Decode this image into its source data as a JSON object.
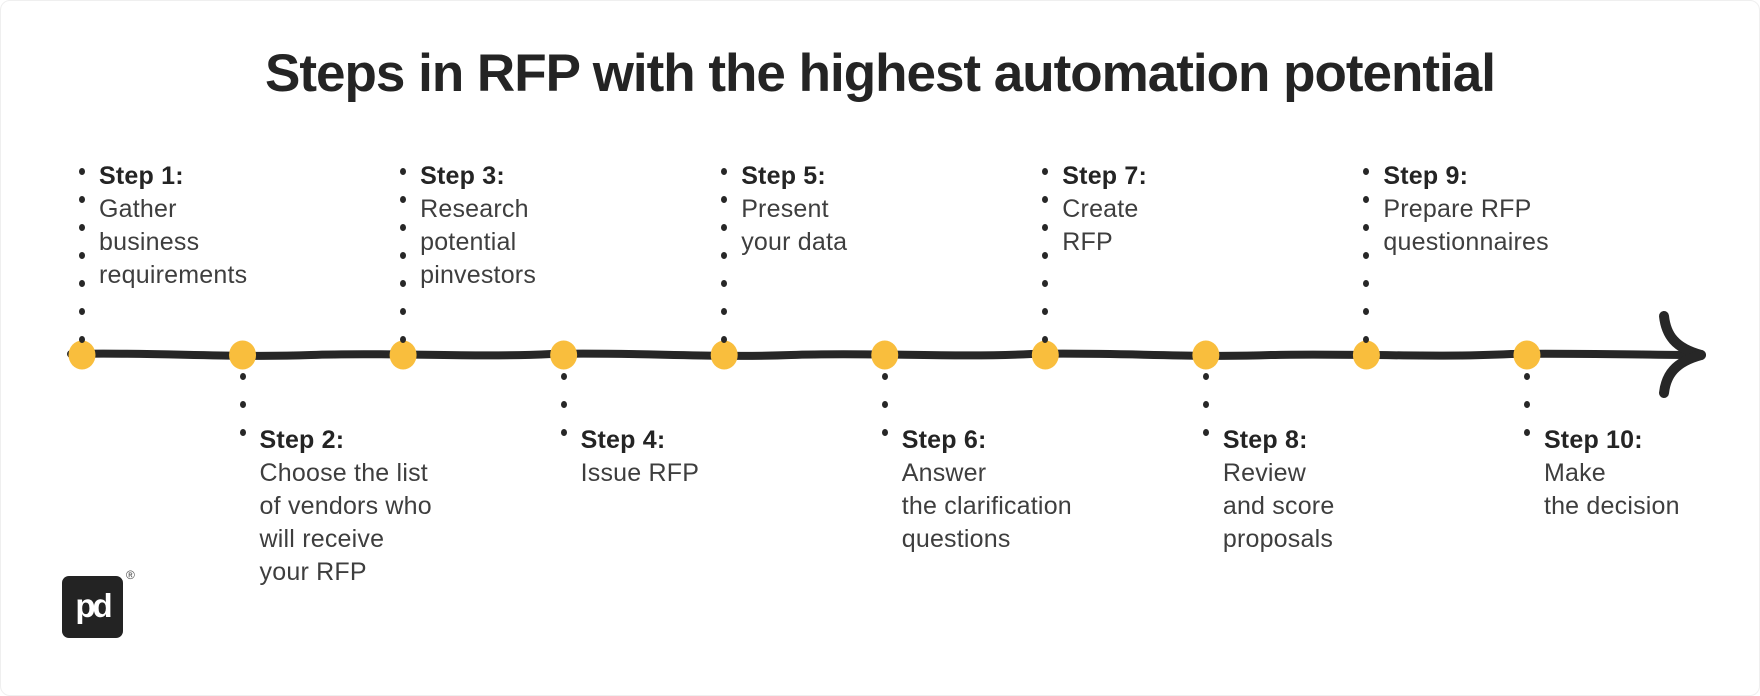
{
  "title": "Steps in RFP with the highest automation potential",
  "colors": {
    "accent_yellow": "#F9BE3D",
    "ink": "#272727",
    "heading_text": "#242424",
    "body_text": "#3E3E3E"
  },
  "timeline": {
    "direction": "left-to-right",
    "end_icon": "arrow-right"
  },
  "steps": [
    {
      "label": "Step 1:",
      "lines": [
        "Gather",
        "business",
        "requirements"
      ],
      "side": "above"
    },
    {
      "label": "Step 2:",
      "lines": [
        "Choose the list",
        "of vendors who",
        "will receive",
        "your RFP"
      ],
      "side": "below"
    },
    {
      "label": "Step 3:",
      "lines": [
        "Research",
        "potential",
        "pinvestors"
      ],
      "side": "above"
    },
    {
      "label": "Step 4:",
      "lines": [
        "Issue RFP"
      ],
      "side": "below"
    },
    {
      "label": "Step 5:",
      "lines": [
        "Present",
        "your data"
      ],
      "side": "above"
    },
    {
      "label": "Step 6:",
      "lines": [
        "Answer",
        "the clarification",
        "questions"
      ],
      "side": "below"
    },
    {
      "label": "Step 7:",
      "lines": [
        "Create",
        "RFP"
      ],
      "side": "above"
    },
    {
      "label": "Step 8:",
      "lines": [
        "Review",
        "and score",
        "proposals"
      ],
      "side": "below"
    },
    {
      "label": "Step 9:",
      "lines": [
        "Prepare RFP",
        "questionnaires"
      ],
      "side": "above"
    },
    {
      "label": "Step 10:",
      "lines": [
        "Make",
        "the decision"
      ],
      "side": "below"
    }
  ],
  "logo": {
    "monogram": "pd",
    "registered_mark": "®"
  }
}
